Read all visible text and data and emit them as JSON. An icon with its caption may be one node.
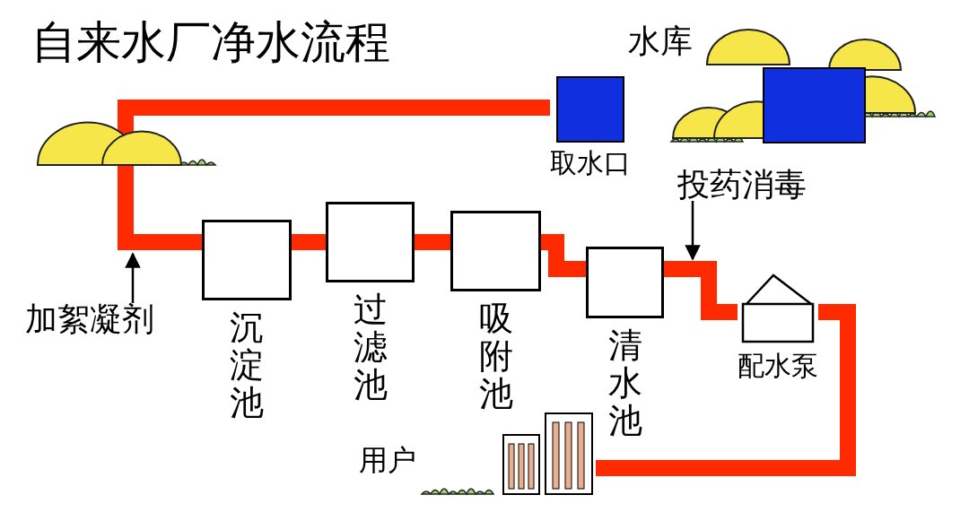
{
  "diagram": {
    "title": "自来水厂净水流程",
    "nodes": [
      {
        "text": [
          "水库"
        ]
      },
      {
        "text": [
          "取水口"
        ]
      },
      {
        "text": [
          "加絮凝剂"
        ]
      },
      {
        "text": [
          "沉淀池"
        ]
      },
      {
        "text": [
          "过滤池"
        ]
      },
      {
        "text": [
          "吸附池"
        ]
      },
      {
        "text": [
          "清水池"
        ]
      },
      {
        "text": [
          "投药消毒"
        ]
      },
      {
        "text": [
          "配水泵"
        ]
      },
      {
        "text": [
          "用户"
        ]
      }
    ],
    "edges": [
      {
        "from": 1,
        "to": 3,
        "arrow": "none"
      },
      {
        "from": 3,
        "to": 4,
        "arrow": "none"
      },
      {
        "from": 4,
        "to": 5,
        "arrow": "none"
      },
      {
        "from": 5,
        "to": 6,
        "arrow": "none"
      },
      {
        "from": 6,
        "to": 8,
        "arrow": "none"
      },
      {
        "from": 8,
        "to": 9,
        "arrow": "none"
      },
      {
        "from": 2,
        "to": null,
        "arrow": "to",
        "color": "#000000"
      },
      {
        "from": 7,
        "to": null,
        "arrow": "to",
        "color": "#000000"
      }
    ]
  }
}
